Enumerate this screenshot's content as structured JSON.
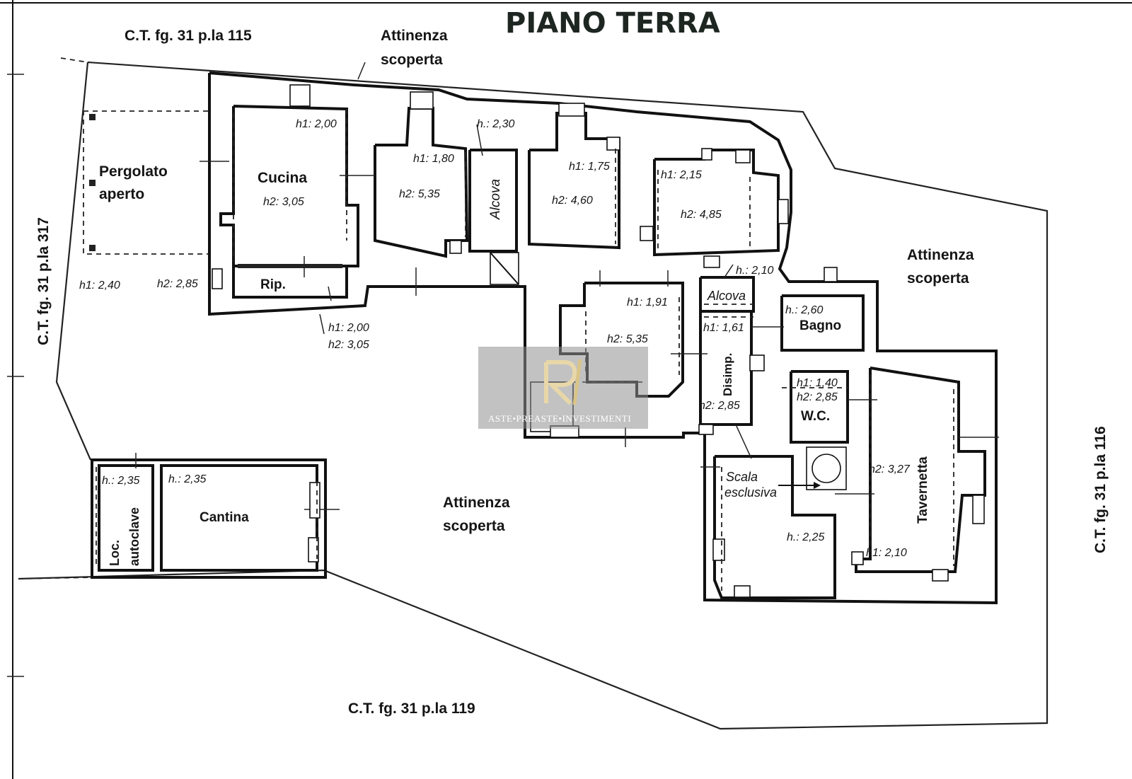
{
  "title": "PIANO TERRA",
  "neighbors": {
    "top": "C.T. fg. 31 p.la 115",
    "left": "C.T. fg. 31 p.la 317",
    "right": "C.T. fg. 31 p.la 116",
    "bottom": "C.T. fg. 31 p.la 119"
  },
  "areas": {
    "attinenza_line1": "Attinenza",
    "attinenza_line2": "scoperta"
  },
  "rooms": {
    "pergolato_line1": "Pergolato",
    "pergolato_line2": "aperto",
    "cucina": "Cucina",
    "rip": "Rip.",
    "alcova": "Alcova",
    "disimp": "Disimp.",
    "bagno": "Bagno",
    "wc": "W.C.",
    "cantina": "Cantina",
    "loc_line1": "Loc.",
    "loc_line2": "autoclave",
    "scala_line1": "Scala",
    "scala_line2": "esclusiva",
    "tavernetta": "Tavernetta"
  },
  "heights": {
    "cucina_h1": "h1: 2,00",
    "cucina_h2": "h2: 3,05",
    "room2_h1": "h1: 1,80",
    "room2_h2": "h2: 5,35",
    "alcova1_h": "h.: 2,30",
    "room3_h1": "h1: 1,75",
    "room3_h2": "h2: 4,60",
    "room4_h1": "h1: 2,15",
    "room4_h2": "h2: 4,85",
    "pergolato_h1": "h1: 2,40",
    "pergolato_h2": "h2: 2,85",
    "rip_h1": "h1: 2,00",
    "rip_h2": "h2: 3,05",
    "central_h1": "h1: 1,91",
    "central_h2": "h2: 5,35",
    "alcova2_h": "h.: 2,10",
    "bagno_h": "h.: 2,60",
    "disimp_h1": "h1: 1,61",
    "disimp_h2": "h2: 2,85",
    "wc_h1": "h1: 1,40",
    "wc_h2": "h2: 2,85",
    "tavernetta_h2": "h2: 3,27",
    "tavernetta_h1": "h1: 2,10",
    "scala_h": "h.: 2,25",
    "loc_h": "h.: 2,35",
    "cantina_h": "h.: 2,35"
  },
  "watermark": {
    "text": "ASTE•PREASTE•INVESTIMENTI",
    "logo": "RI-monogram-logo"
  }
}
